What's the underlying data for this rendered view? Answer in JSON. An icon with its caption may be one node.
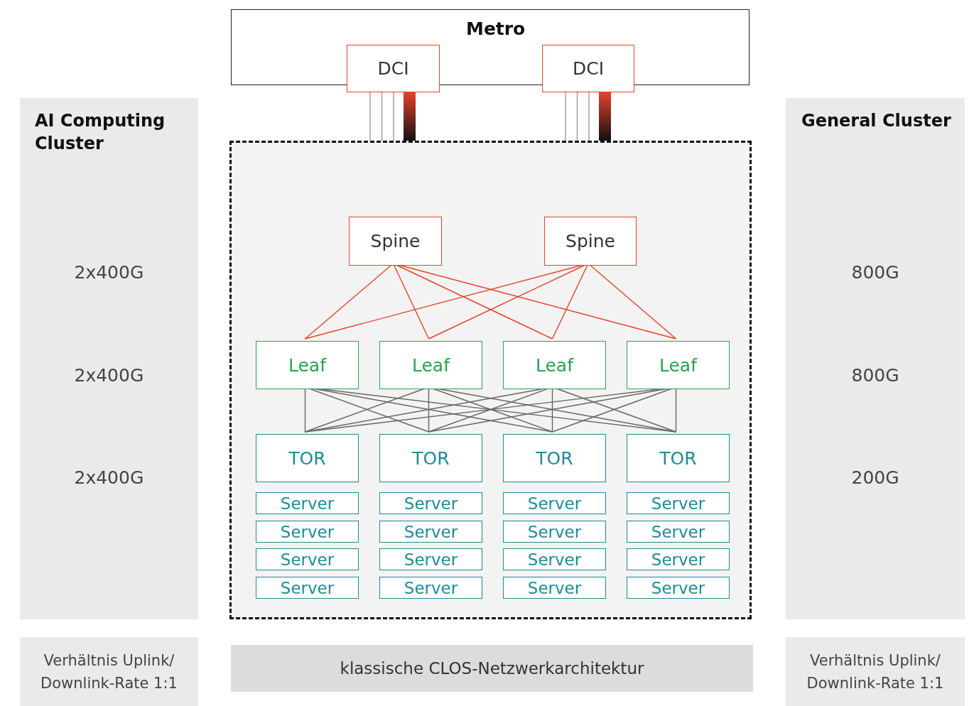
{
  "diagram": {
    "nodes": [
      {
        "text": [
          "Metro"
        ]
      },
      {
        "text": [
          "DCI"
        ]
      },
      {
        "text": [
          "DCI"
        ]
      },
      {
        "text": [
          "AI Computing Cluster",
          "2x400G",
          "2x400G",
          "2x400G"
        ]
      },
      {
        "text": [
          "General Cluster",
          "800G",
          "800G",
          "200G"
        ]
      },
      {
        "text": [],
        "shape": "box"
      },
      {
        "text": [
          "Spine"
        ],
        "in": 5
      },
      {
        "text": [
          "Spine"
        ],
        "in": 5
      },
      {
        "text": [
          "Leaf"
        ],
        "in": 5
      },
      {
        "text": [
          "Leaf"
        ],
        "in": 5
      },
      {
        "text": [
          "Leaf"
        ],
        "in": 5
      },
      {
        "text": [
          "Leaf"
        ],
        "in": 5
      },
      {
        "text": [
          "TOR"
        ],
        "in": 5
      },
      {
        "text": [
          "TOR"
        ],
        "in": 5
      },
      {
        "text": [
          "TOR"
        ],
        "in": 5
      },
      {
        "text": [
          "TOR"
        ],
        "in": 5
      },
      {
        "text": [
          "Server"
        ],
        "in": 5
      },
      {
        "text": [
          "Server"
        ],
        "in": 5
      },
      {
        "text": [
          "Server"
        ],
        "in": 5
      },
      {
        "text": [
          "Server"
        ],
        "in": 5
      },
      {
        "text": [
          "Server"
        ],
        "in": 5
      },
      {
        "text": [
          "Server"
        ],
        "in": 5
      },
      {
        "text": [
          "Server"
        ],
        "in": 5
      },
      {
        "text": [
          "Server"
        ],
        "in": 5
      },
      {
        "text": [
          "Server"
        ],
        "in": 5
      },
      {
        "text": [
          "Server"
        ],
        "in": 5
      },
      {
        "text": [
          "Server"
        ],
        "in": 5
      },
      {
        "text": [
          "Server"
        ],
        "in": 5
      },
      {
        "text": [
          "Server"
        ],
        "in": 5
      },
      {
        "text": [
          "Server"
        ],
        "in": 5
      },
      {
        "text": [
          "Server"
        ],
        "in": 5
      },
      {
        "text": [
          "Server"
        ],
        "in": 5
      },
      {
        "text": [
          "Verhältnis Uplink/ Downlink-Rate 1:1"
        ]
      },
      {
        "text": [
          "klassische CLOS-Netzwerkarchitektur"
        ]
      },
      {
        "text": [
          "Verhältnis Uplink/ Downlink-Rate 1:1"
        ]
      }
    ],
    "edges": [
      {
        "from": 1,
        "to": 5,
        "arrow": "none"
      },
      {
        "from": 1,
        "to": 5,
        "arrow": "none"
      },
      {
        "from": 1,
        "to": 5,
        "arrow": "none"
      },
      {
        "from": 1,
        "to": 5,
        "arrow": "none",
        "style": "thick",
        "color": "#e8412c"
      },
      {
        "from": 2,
        "to": 5,
        "arrow": "none"
      },
      {
        "from": 2,
        "to": 5,
        "arrow": "none"
      },
      {
        "from": 2,
        "to": 5,
        "arrow": "none"
      },
      {
        "from": 2,
        "to": 5,
        "arrow": "none",
        "style": "thick",
        "color": "#e8412c"
      },
      {
        "from": 6,
        "to": 8,
        "arrow": "none",
        "color": "#e8412c"
      },
      {
        "from": 6,
        "to": 9,
        "arrow": "none",
        "color": "#e8412c"
      },
      {
        "from": 6,
        "to": 10,
        "arrow": "none",
        "color": "#e8412c"
      },
      {
        "from": 6,
        "to": 11,
        "arrow": "none",
        "color": "#e8412c"
      },
      {
        "from": 7,
        "to": 8,
        "arrow": "none",
        "color": "#e8412c"
      },
      {
        "from": 7,
        "to": 9,
        "arrow": "none",
        "color": "#e8412c"
      },
      {
        "from": 7,
        "to": 10,
        "arrow": "none",
        "color": "#e8412c"
      },
      {
        "from": 7,
        "to": 11,
        "arrow": "none",
        "color": "#e8412c"
      },
      {
        "from": 8,
        "to": 12,
        "arrow": "none"
      },
      {
        "from": 8,
        "to": 13,
        "arrow": "none"
      },
      {
        "from": 8,
        "to": 14,
        "arrow": "none"
      },
      {
        "from": 8,
        "to": 15,
        "arrow": "none"
      },
      {
        "from": 9,
        "to": 12,
        "arrow": "none"
      },
      {
        "from": 9,
        "to": 13,
        "arrow": "none"
      },
      {
        "from": 9,
        "to": 14,
        "arrow": "none"
      },
      {
        "from": 9,
        "to": 15,
        "arrow": "none"
      },
      {
        "from": 10,
        "to": 12,
        "arrow": "none"
      },
      {
        "from": 10,
        "to": 13,
        "arrow": "none"
      },
      {
        "from": 10,
        "to": 14,
        "arrow": "none"
      },
      {
        "from": 10,
        "to": 15,
        "arrow": "none"
      },
      {
        "from": 11,
        "to": 12,
        "arrow": "none"
      },
      {
        "from": 11,
        "to": 13,
        "arrow": "none"
      },
      {
        "from": 11,
        "to": 14,
        "arrow": "none"
      },
      {
        "from": 11,
        "to": 15,
        "arrow": "none"
      }
    ]
  }
}
